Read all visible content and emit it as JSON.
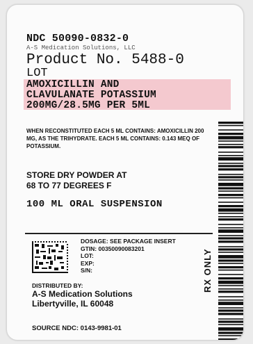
{
  "label": {
    "ndc": "NDC 50090-0832-0",
    "repackager": "A-S Medication Solutions, LLC",
    "product": "Product No. 5488-0",
    "lot": "LOT",
    "drug_lines": [
      "AMOXICILLIN AND",
      "CLAVULANATE POTASSIUM",
      "200MG/28.5MG PER 5ML"
    ],
    "reconstitution": "WHEN RECONSTITUTED EACH 5 ML CONTAINS: AMOXICILLIN 200 MG, AS THE TRIHYDRATE. EACH 5 ML CONTAINS: 0.143 MEQ OF POTASSIUM.",
    "storage_lines": [
      "STORE DRY POWDER AT",
      "68 TO 77 DEGREES F"
    ],
    "form": "100 ML ORAL SUSPENSION",
    "dosage": "DOSAGE: SEE PACKAGE INSERT",
    "gtin": "GTIN: 00350090083201",
    "lot_field": "LOT:",
    "exp_field": "EXP:",
    "sn_field": "S/N:",
    "distributed_by": "DISTRIBUTED BY:",
    "distributor_lines": [
      "A-S Medication Solutions",
      "Libertyville, IL 60048"
    ],
    "source_ndc": "SOURCE NDC: 0143-9981-01",
    "rx_only": "RX ONLY"
  },
  "colors": {
    "highlight": "#f4c9cf",
    "ink": "#111111"
  }
}
